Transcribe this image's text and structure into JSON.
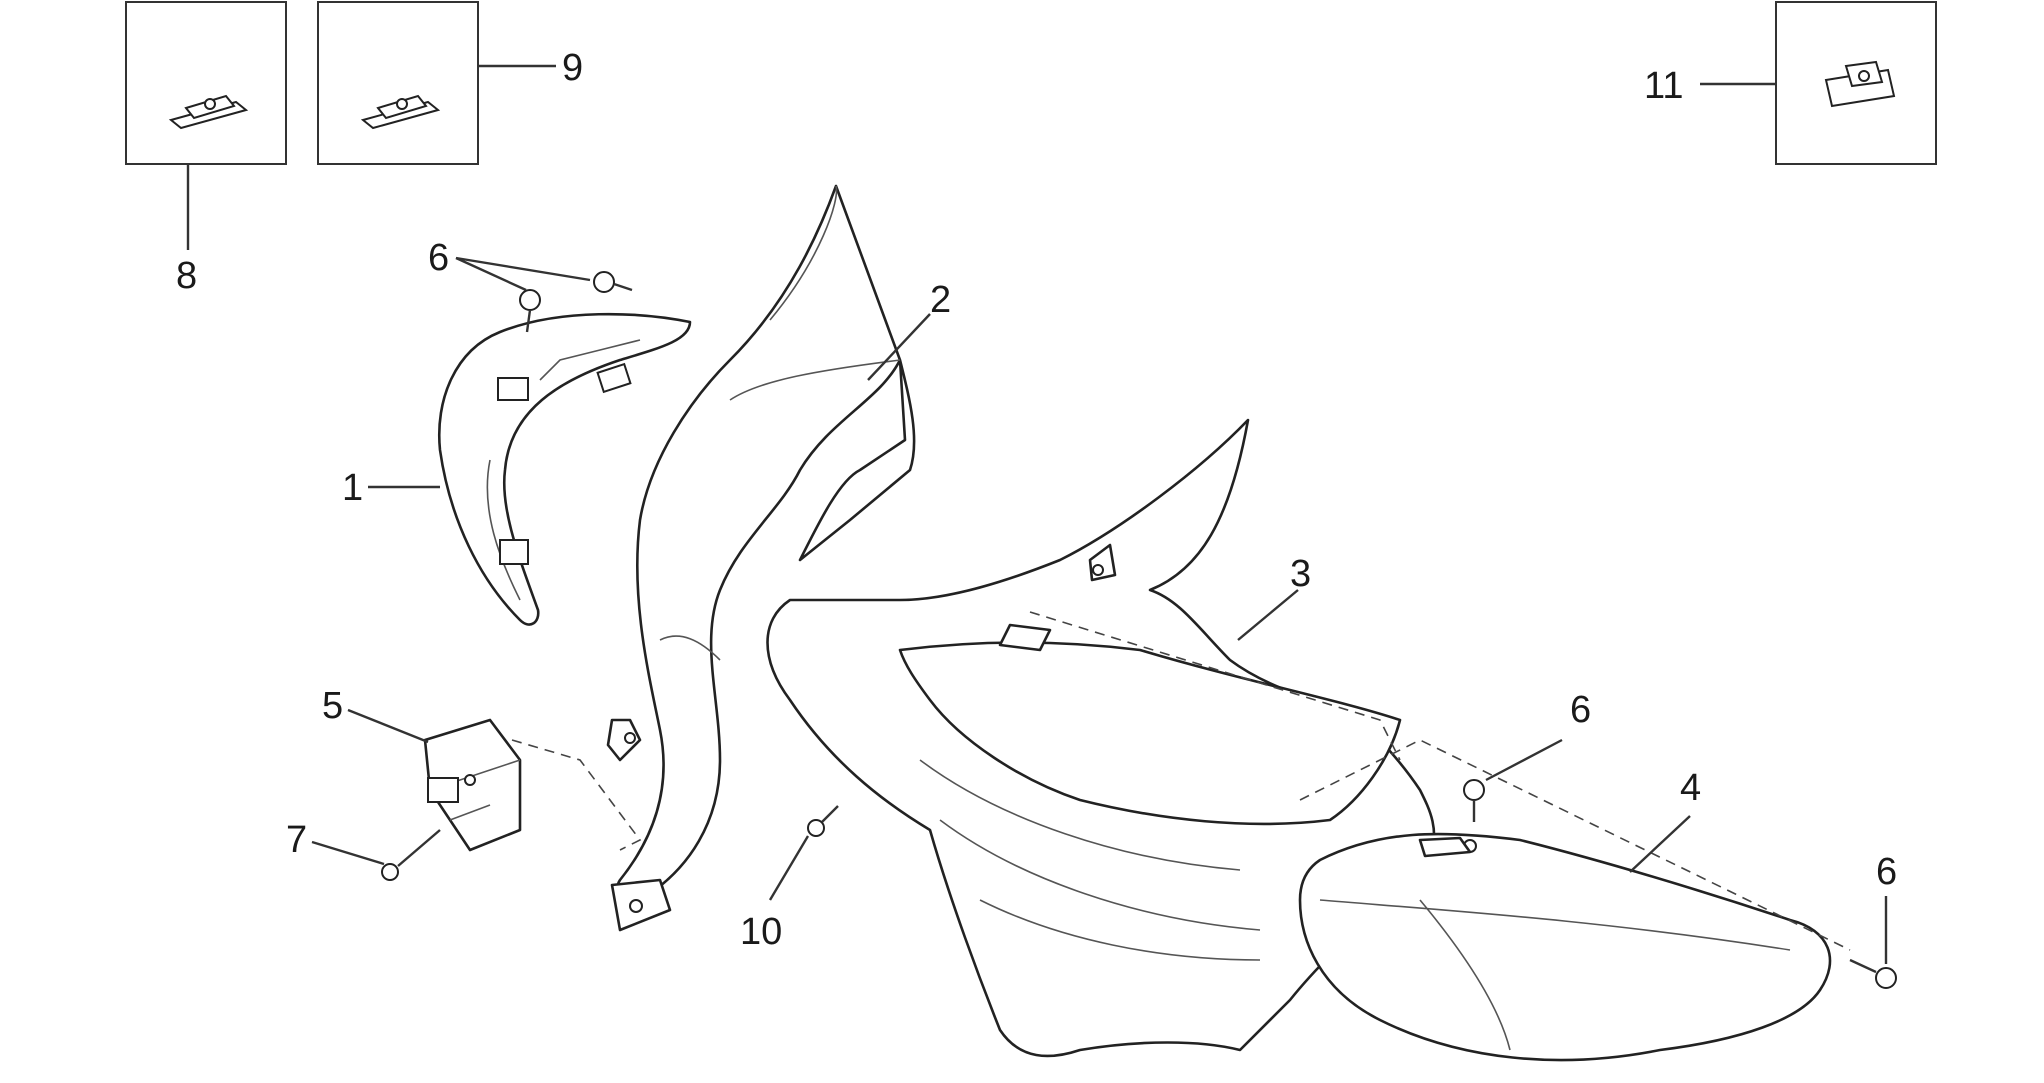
{
  "callouts": {
    "c1": "1",
    "c2": "2",
    "c3": "3",
    "c4": "4",
    "c5": "5",
    "c6a": "6",
    "c6b": "6",
    "c6c": "6",
    "c7": "7",
    "c8": "8",
    "c9": "9",
    "c10": "10",
    "c11": "11"
  }
}
